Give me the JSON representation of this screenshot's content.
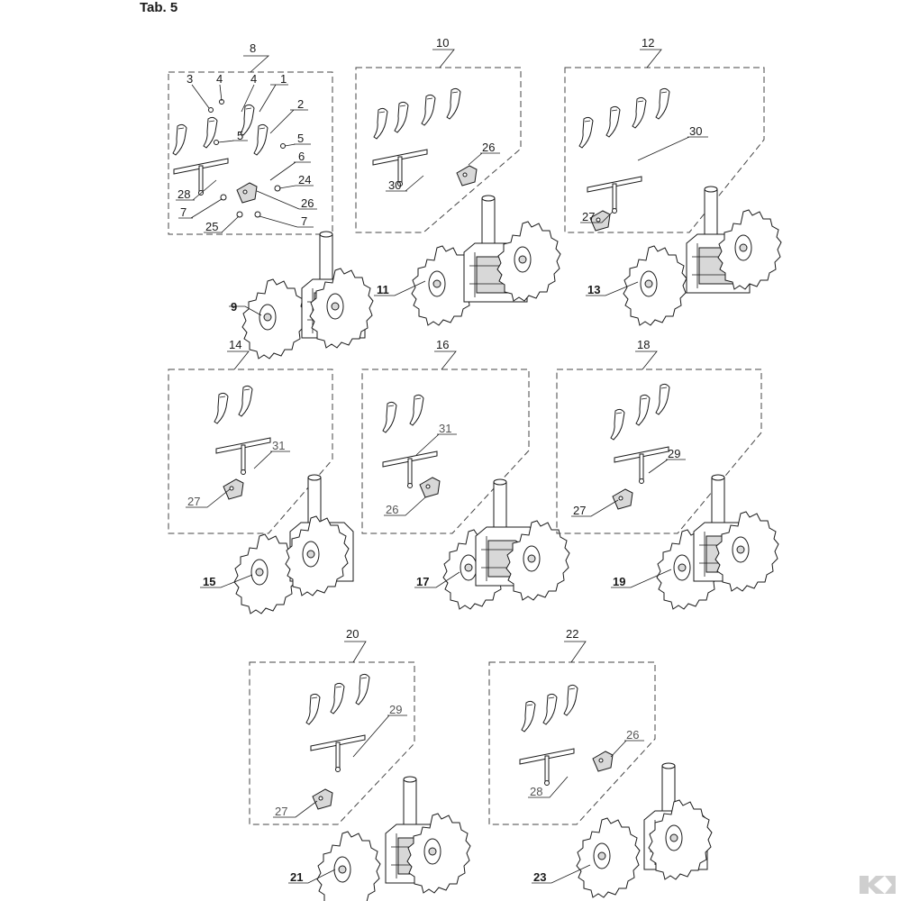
{
  "page_title": "Tab. 5",
  "groups": [
    {
      "id": "8",
      "parts": [
        "3",
        "4",
        "4",
        "1",
        "2",
        "5",
        "5",
        "6",
        "24",
        "26",
        "28",
        "7",
        "7",
        "25"
      ]
    },
    {
      "id": "10",
      "parts": [
        "26",
        "30"
      ],
      "assembly": "11"
    },
    {
      "id": "12",
      "parts": [
        "30",
        "27"
      ],
      "assembly": "13"
    },
    {
      "id": "14",
      "parts": [
        "31",
        "27"
      ],
      "assembly": "15"
    },
    {
      "id": "16",
      "parts": [
        "31",
        "26"
      ],
      "assembly": "17"
    },
    {
      "id": "18",
      "parts": [
        "29",
        "27"
      ],
      "assembly": "19"
    },
    {
      "id": "20",
      "parts": [
        "29",
        "27"
      ],
      "assembly": "21"
    },
    {
      "id": "22",
      "parts": [
        "26",
        "28"
      ],
      "assembly": "23"
    }
  ],
  "standalone_assembly": "9",
  "brand_logo": "k-brand-logo-icon",
  "colors": {
    "line": "#1a1a1a",
    "fill": "#d8d8d8",
    "logo": "#cfcfcf"
  }
}
